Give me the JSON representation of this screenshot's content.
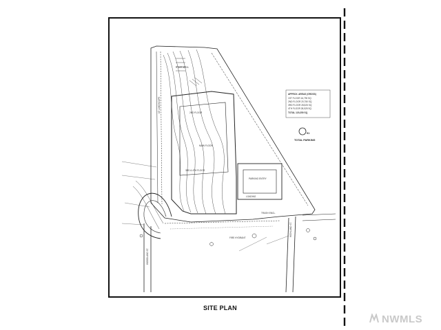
{
  "caption": "SITE PLAN",
  "watermark": "NWMLS",
  "plan": {
    "north_label": "91",
    "total_parking": "TOTAL PARKING",
    "area_table_title": "APPROX. AREAS (GROSS)",
    "area_rows": [
      "1ST FLOOR 16,790 SQ",
      "2ND FLOOR 20,750 SQ",
      "3RD FLOOR 28,525 SQ",
      "4TH FLOOR 28,525 SQ",
      "TOTAL 120,250 SQ"
    ],
    "streets": [
      "WOODLAND ST.",
      "HIGHLAND ST."
    ],
    "labels": [
      "10' LANDSCAPE",
      "STAIR AREA",
      "PARKING ENTRY",
      "LOADING",
      "2ND FLOOR",
      "3RD & 4TH FLOOR",
      "MAIN FLOOR",
      "FIRE HYDRANT",
      "TRASH ENCL."
    ]
  },
  "colors": {
    "line": "#222222",
    "frame": "#111111",
    "watermark": "#c9c9c9"
  }
}
